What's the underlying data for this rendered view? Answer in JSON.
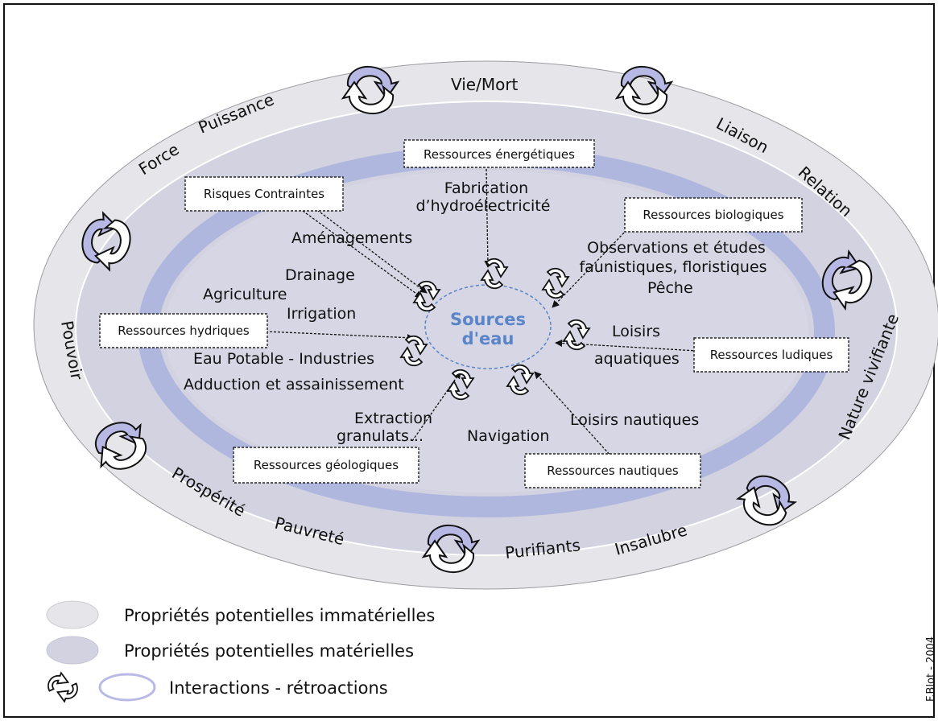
{
  "center": {
    "line1": "Sources",
    "line2": "d'eau"
  },
  "outer_ring": {
    "vie_mort": "Vie/Mort",
    "puissance": "Puissance",
    "force": "Force",
    "liaison": "Liaison",
    "relation": "Relation",
    "pouvoir": "Pouvoir",
    "nature": "Nature vivifiante",
    "prosperite": "Prospérité",
    "pauvrete": "Pauvreté",
    "purifiants": "Purifiants",
    "insalubre": "Insalubre"
  },
  "boxes": {
    "energetiques": "Ressources énergétiques",
    "risques": "Risques Contraintes",
    "biologiques": "Ressources biologiques",
    "hydriques": "Ressources hydriques",
    "ludiques": "Ressources ludiques",
    "geologiques": "Ressources géologiques",
    "nautiques": "Ressources nautiques"
  },
  "labels": {
    "fabrication1": "Fabrication",
    "fabrication2": "d’hydroélectricité",
    "amenagements": "Aménagements",
    "drainage": "Drainage",
    "agriculture": "Agriculture",
    "irrigation": "Irrigation",
    "observations1": "Observations et études",
    "observations2": "faunistiques, floristiques",
    "peche": "Pêche",
    "loisirs1": "Loisirs",
    "loisirs2": "aquatiques",
    "eau_potable": "Eau Potable - Industries",
    "adduction": "Adduction et assainissement",
    "extraction1": "Extraction",
    "extraction2": "granulats...",
    "navigation": "Navigation",
    "loisirs_nautiques": "Loisirs nautiques"
  },
  "legend": {
    "immaterielles": "Propriétés potentielles immatérielles",
    "materielles": "Propriétés potentielles matérielles",
    "interactions": "Interactions - rétroactions"
  },
  "credit": "F.Blot - 2004",
  "colors": {
    "outer": "#e6e6ea",
    "middle": "#d2d2e0",
    "flow": "#a9b3dd",
    "arrow": "#b9b9e6",
    "center_text": "#5a85c8"
  }
}
